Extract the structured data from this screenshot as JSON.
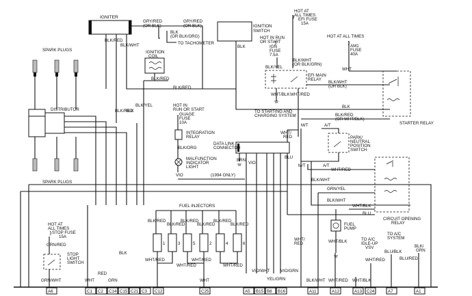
{
  "components": {
    "igniter": "IGNITER",
    "ignition_coil": [
      "IGNITION",
      "COIL"
    ],
    "ignition_switch": [
      "IGNITION",
      "SWITCH"
    ],
    "distributor": "DISTRIBUTOR",
    "spark_plugs": "SPARK PLUGS",
    "efi_fuse": [
      "HOT AT",
      "ALL TIMES",
      "EFI FUSE",
      "15A"
    ],
    "am1_fuse": [
      "HOT AT ALL TIMES",
      "AM1",
      "FUSE",
      "40A"
    ],
    "ign_fuse": [
      "HOT IN RUN",
      "OR START",
      "IGN",
      "FUSE",
      "7.5A"
    ],
    "gauge_fuse": [
      "HOT IN",
      "RUN OR START",
      "GUAGE",
      "FUSE",
      "10A"
    ],
    "efi_main_relay": [
      "EFI MAIN",
      "RELAY"
    ],
    "starter_relay": "STARTER RELAY",
    "integration_relay": [
      "INTEGRATION",
      "RELAY"
    ],
    "malfunction_light": [
      "MALFUNCTION",
      "INDICATOR",
      "LIGHT"
    ],
    "data_link_connector": [
      "DATA LINK",
      "CONNECTOR"
    ],
    "park_neutral_switch": [
      "PARK/",
      "NEUTRAL",
      "POSITION",
      "SWITCH"
    ],
    "fuel_injectors": "FUEL INJECTORS",
    "injector_numbers": [
      "1",
      "3",
      "5",
      "2",
      "4",
      "6"
    ],
    "stop_fuse": [
      "HOT AT",
      "ALL TIMES",
      "STOP FUSE",
      "15A"
    ],
    "stop_light_switch": [
      "STOP",
      "LIGHT",
      "SWITCH"
    ],
    "fuel_pump": [
      "FUEL",
      "PUMP"
    ],
    "circuit_opening_relay": [
      "CIRCUIT OPENING",
      "RELAY"
    ],
    "idle_up_vsv": [
      "TO A/C",
      "IDLE-UP",
      "VSV"
    ],
    "ac_system": [
      "TO A/C",
      "SYSTEM"
    ],
    "to_tachometer": "TO TACHOMETER",
    "to_starting": [
      "TO STARTING AND",
      "CHARGING SYSTEM"
    ],
    "only_1994": "(1994 ONLY)"
  },
  "wire_labels": {
    "gry_red_1": [
      "GRY/RED",
      "(OR BLK)"
    ],
    "gry_red_2": [
      "GRY/RED",
      "(OR BLK)"
    ],
    "blk_orig": [
      "BLK",
      "(OR BLK/ORG)"
    ],
    "blk_red_igniter": "BLK/RED",
    "blk_wht_igniter": "BLK/WHT",
    "blk_yel_dist": "BLK/YEL",
    "blk_red_coil": "BLK/RED",
    "blk_red_main": "BLK/RED",
    "blk_ign_sw": "BLK",
    "blk_red_left": "BLK/RED",
    "blk_left": "BLK",
    "blk_yel_relay": "BLK/YEL",
    "blk_wht_relay": [
      "BLK/WHT",
      "(OR BLK/GRN)"
    ],
    "wht_blk_relay": "WHT/BLK",
    "wht_red_relay": "WHT/RED",
    "wht": "WHT",
    "blk_wht_starter": [
      "BLK/WHT",
      "(OR BLK)"
    ],
    "blk_starter": "BLK",
    "blk_red_starter": [
      "BLK/RED",
      "(OR WHT/BLK)"
    ],
    "wht_red_dlc": [
      "WHT/",
      "RED"
    ],
    "mt": "M/T",
    "at": "A/T",
    "mt2": "M/T",
    "at2": "A/T",
    "blk_org": "BLK/ORG",
    "vio": "VIO",
    "brn": "BRN",
    "vio_dlc": "VIO",
    "blu": "BLU",
    "blk_wht_pn": "BLK/WHT",
    "wht_red_cor": "WHT/RED",
    "grn_yel": "GRN/YEL",
    "blk_wht_cor": "BLK/WHT",
    "wht_blk_cor": "WHT/BLK",
    "blu_cor": "BLU",
    "wht_blk_pump": "WHT/BLK",
    "wht_red_lower": [
      "WHT/",
      "RED"
    ],
    "inj_top": [
      "BLK/RED",
      "BLK/RED",
      "BLK/RED",
      "BLK/RED",
      "BLK/RED",
      "BLK/RED"
    ],
    "inj_bottom": [
      "WHT/RED",
      "WHT/RED",
      "WHT/RED",
      "WHT/RED"
    ],
    "grn_red": "GRN/RED",
    "grn_wht": "GRN/WHT",
    "wht_c1": "WHT",
    "red_c2": "RED",
    "grn_c14": "GRN",
    "blk_c15": "BLK",
    "wht_c25": "WHT",
    "vio_wht": "VIO/WHT",
    "yel_grn": "YEL/GRN",
    "vio_grn": "VIO/GRN",
    "blk_wht_a11": "BLK/WHT",
    "wht_red_a12": "WHT/RED",
    "wht_blk_a13": "WHT/BLK",
    "blu_blk": "BLU/BLK",
    "blu_red": "BLU/RED",
    "blk_grn": [
      "BLK/",
      "GRN"
    ],
    "wht_red_c24": "WHT/RED"
  },
  "pins": [
    "A6",
    "C1",
    "C2",
    "C14",
    "C15",
    "C21",
    "C3",
    "C12",
    "C25",
    "A5",
    "B15",
    "B8",
    "B16",
    "A11",
    "A12",
    "A13",
    "C24",
    "A7",
    "A1"
  ]
}
